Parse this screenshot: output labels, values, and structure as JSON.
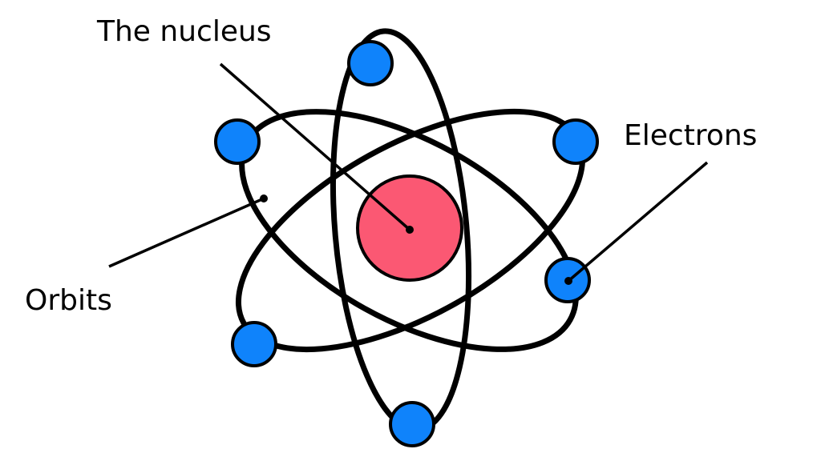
{
  "labels": {
    "nucleus": "The nucleus",
    "electrons": "Electrons",
    "orbits": "Orbits"
  },
  "colors": {
    "nucleus_fill": "#fb5873",
    "electron_fill": "#0f83fb",
    "stroke": "#000000",
    "background": "#ffffff"
  },
  "icons": {
    "nucleus": "nucleus-circle",
    "electron": "electron-circle",
    "orbit": "orbit-ellipse"
  }
}
